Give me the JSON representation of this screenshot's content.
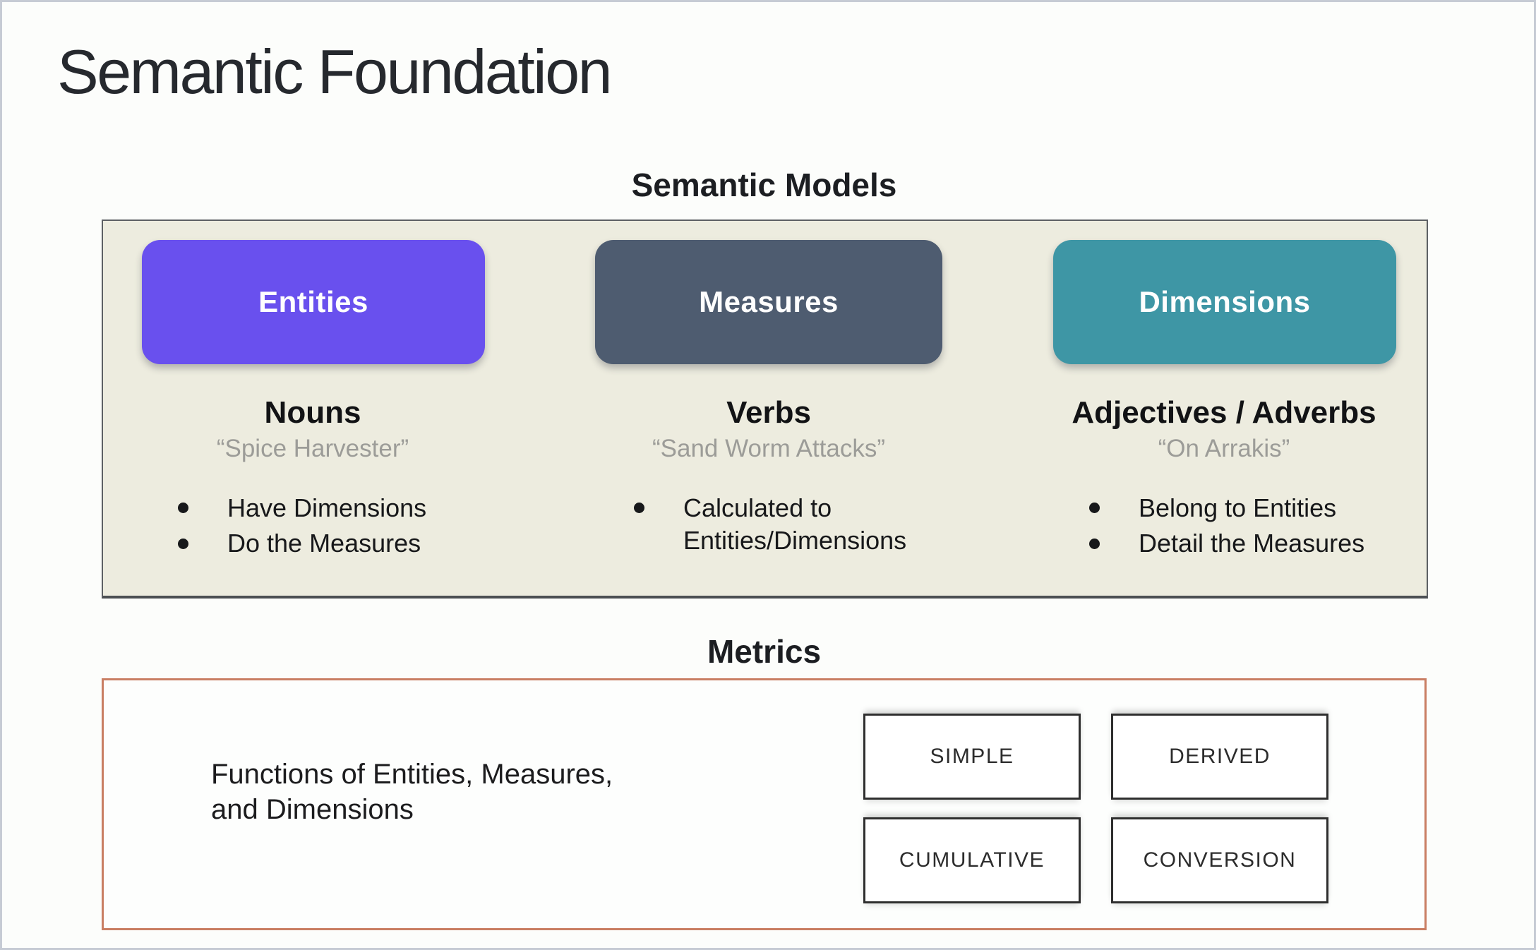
{
  "slide": {
    "title": "Semantic Foundation"
  },
  "semantic_models": {
    "section_title": "Semantic Models",
    "panel_bg": "#edecdf",
    "columns": [
      {
        "button_label": "Entities",
        "button_color": "#6950ee",
        "heading": "Nouns",
        "example": "“Spice Harvester”",
        "bullets": [
          "Have Dimensions",
          "Do the Measures"
        ]
      },
      {
        "button_label": "Measures",
        "button_color": "#4e5c70",
        "heading": "Verbs",
        "example": "“Sand Worm Attacks”",
        "bullets": [
          "Calculated to Entities/Dimensions"
        ]
      },
      {
        "button_label": "Dimensions",
        "button_color": "#3e96a5",
        "heading": "Adjectives / Adverbs",
        "example": "“On Arrakis”",
        "bullets": [
          "Belong to Entities",
          "Detail the Measures"
        ]
      }
    ]
  },
  "metrics": {
    "section_title": "Metrics",
    "frame_color": "#c97e63",
    "description": "Functions of Entities, Measures,\nand Dimensions",
    "types": [
      "SIMPLE",
      "DERIVED",
      "CUMULATIVE",
      "CONVERSION"
    ]
  }
}
